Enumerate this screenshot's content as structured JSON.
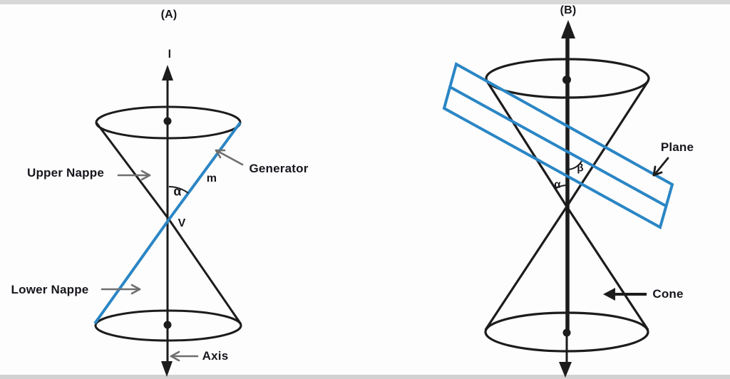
{
  "figure_a": {
    "title": "(A)",
    "axis_line_letter": "l",
    "generator_line_letter": "m",
    "vertex_letter": "V",
    "angle_alpha": "α",
    "labels": {
      "upper_nappe": "Upper Nappe",
      "lower_nappe": "Lower Nappe",
      "generator": "Generator",
      "axis": "Axis"
    }
  },
  "figure_b": {
    "title": "(B)",
    "angle_alpha": "α",
    "angle_beta": "β",
    "labels": {
      "plane": "Plane",
      "cone": "Cone"
    }
  },
  "colors": {
    "plane_blue": "#2b86c5",
    "line_black": "#1c1c1c",
    "callout_gray": "#6e6e6e"
  }
}
